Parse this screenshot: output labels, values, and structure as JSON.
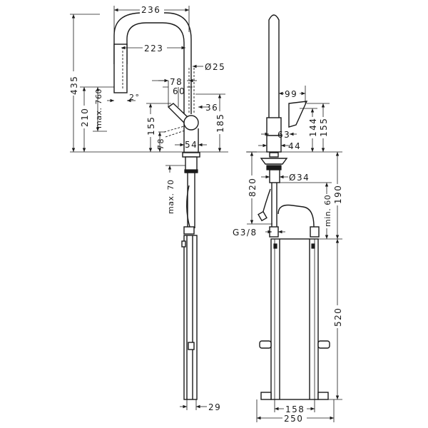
{
  "side_view": {
    "width_total": "236",
    "spout_reach": "223",
    "spout_diameter": "Ø25",
    "height_total": "435",
    "spout_height": "210",
    "max_pullout": "max. 760",
    "angle": "2°",
    "lever_reach": "78",
    "lever_offset": "60",
    "lever_depth": "36",
    "lever_height": "155",
    "body_height": "185",
    "lever_low": "78",
    "base_diameter": "54",
    "max_deck": "max. 70",
    "hose_width": "29"
  },
  "front_view": {
    "handle_reach": "99",
    "handle_width": "63",
    "body_width": "44",
    "handle_height_1": "144",
    "handle_height_2": "155",
    "hose_length": "820",
    "shank_diameter": "Ø34",
    "min_height": "190",
    "min_clearance": "min. 60",
    "thread": "G3/8",
    "box_height": "520",
    "box_inner_width": "158",
    "box_width": "250"
  }
}
